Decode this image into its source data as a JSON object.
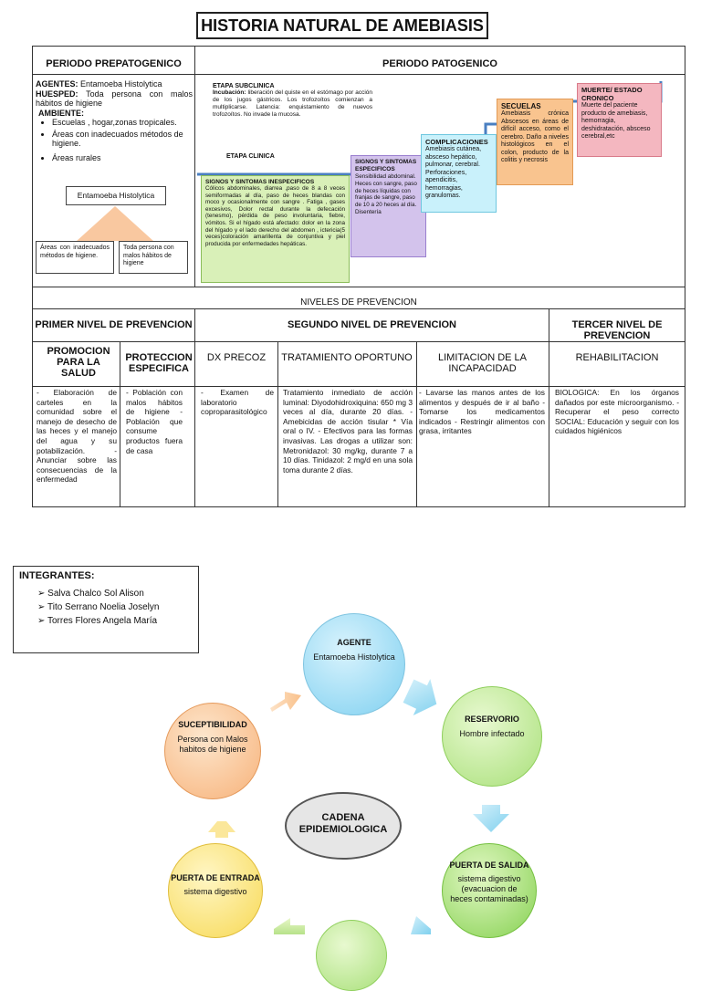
{
  "title": "HISTORIA NATURAL DE AMEBIASIS",
  "prepatogenico": {
    "header": "PERIODO PREPATOGENICO",
    "agentes_label": "AGENTES:",
    "agentes_value": " Entamoeba Histolytica",
    "huesped_label": "HUESPED:",
    "huesped_value": " Toda persona con malos hábitos de higiene",
    "ambiente_label": "AMBIENTE:",
    "ambiente_items": [
      "Escuelas , hogar,zonas tropicales.",
      "Áreas con inadecuados métodos de higiene.",
      "Áreas rurales"
    ],
    "triangle_top": "Entamoeba Histolytica",
    "triangle_left": "Áreas con inadecuados métodos de higiene.",
    "triangle_right": "Toda persona con malos hábitos de higiene"
  },
  "patogenico": {
    "header": "PERIODO PATOGENICO",
    "subclinica_title": "ETAPA SUBCLINICA",
    "subclinica_label": "Incubación:",
    "subclinica_text": " liberación del quiste en el estómago por acción de los jugos gástricos. Los trofozoítos comienzan a multiplicarse. Latencia: enquistamiento de nuevos trofozoítos. No invade la mucosa.",
    "clinica_title": "ETAPA CLINICA",
    "inespecificos_title": "SIGNOS Y SINTOMAS INESPECIFICOS",
    "inespecificos_text": "Cólicos abdominales, diarrea ,paso de 8 a 8 veces semiformadas al día, paso de heces blandas con moco y ocasionalmente con sangre . Fatiga , gases excesivos, Dolor rectal durante la defecación (tenesmo), pérdida de peso involuntaria, fiebre, vómitos. Si el hígado está afectado: dolor en la zona del hígado y el lado derecho del abdomen , ictericia(5 veces)coloración amarillenta de conjuntiva y piel producida por enfermedades hepáticas.",
    "especificos_title": "SIGNOS Y SINTOMAS ESPECIFICOS",
    "especificos_text": "Sensibilidad abdominal. Heces con sangre, paso de heces líquidas con franjas de sangre, paso de 10 a 20 heces al día. Disentería",
    "complicaciones_title": "COMPLICACIONES",
    "complicaciones_text": "Amebiasis cutánea, absceso hepático, pulmonar, cerebral. Perforaciones, apendicitis, hemorragias, granulomas.",
    "secuelas_title": "SECUELAS",
    "secuelas_text": "Amebiasis crónica Abscesos en áreas de difícil acceso, como el cerebro. Daño a niveles histológicos en el colon, producto de la colitis y necrosis",
    "muerte_title": "MUERTE/ ESTADO CRONICO",
    "muerte_text": "Muerte del paciente producto de amebiasis, hemorragia, deshidratación, absceso cerebral,etc"
  },
  "prevencion": {
    "header": "NIVELES DE PREVENCION",
    "primer": "PRIMER NIVEL DE PREVENCION",
    "segundo": "SEGUNDO NIVEL DE PREVENCION",
    "tercer": "TERCER NIVEL DE PREVENCION",
    "sub": {
      "promocion": "PROMOCION PARA LA SALUD",
      "proteccion": "PROTECCION ESPECIFICA",
      "dx": "DX PRECOZ",
      "tratamiento": "TRATAMIENTO OPORTUNO",
      "limitacion": "LIMITACION DE LA INCAPACIDAD",
      "rehabilitacion": "REHABILITACION"
    },
    "cells": {
      "promocion": "- Elaboración de carteles en la comunidad sobre el manejo de desecho de las heces y el manejo del agua y su potabilización. - Anunciar sobre las consecuencias de la enfermedad",
      "proteccion": "- Población con malos hábitos de higiene - Población que consume productos fuera de casa",
      "dx": "- Examen de laboratorio coproparasitológico",
      "tratamiento": "Tratamiento inmediato de acción luminal: Diyodohidroxiquina: 650 mg 3 veces al día, durante 20 días. - Amebicidas de acción tisular * Vía oral o IV. - Efectivos para las formas invasivas. Las drogas a utilizar son: Metronidazol: 30 mg/kg, durante 7 a 10 días. Tinidazol: 2 mg/d en una sola toma durante 2 días.",
      "limitacion": "- Lavarse las manos antes de los alimentos y después de ir al baño - Tomarse los medicamentos indicados - Restringir alimentos con grasa, irritantes",
      "rehabilitacion": "BIOLOGICA: En los órganos dañados por este microorganismo. -Recuperar el peso correcto SOCIAL: Educación y seguir con los cuidados higiénicos"
    }
  },
  "integrantes": {
    "title": "INTEGRANTES:",
    "members": [
      "Salva Chalco Sol Alison",
      "Tito Serrano Noelia Joselyn",
      "Torres Flores Angela María"
    ]
  },
  "cadena": {
    "center": "CADENA EPIDEMIOLOGICA",
    "agente_title": "AGENTE",
    "agente_text": "Entamoeba Histolytica",
    "reservorio_title": "RESERVORIO",
    "reservorio_text": "Hombre infectado",
    "salida_title": "PUERTA DE SALIDA",
    "salida_text": "sistema digestivo (evacuacion de heces contaminadas)",
    "entrada_title": "PUERTA DE ENTRADA",
    "entrada_text": "sistema digestivo",
    "suceptibilidad_title": "SUCEPTIBILIDAD",
    "suceptibilidad_text": "Persona con Malos habitos de higiene"
  },
  "colors": {
    "green_box": "#d9f0b8",
    "purple_box": "#d3c3ec",
    "cyan_box": "#c9f1fb",
    "orange_box": "#f9c48f",
    "pink_box": "#f4b7c0",
    "stair_line": "#4a7fc1"
  }
}
